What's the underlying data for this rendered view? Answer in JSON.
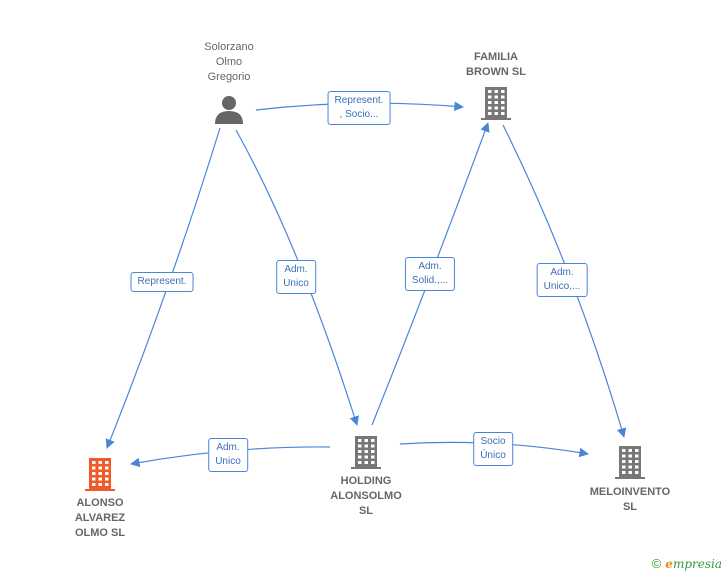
{
  "colors": {
    "edge": "#4a86d8",
    "company": "#777777",
    "highlight": "#f05a28",
    "person": "#666666"
  },
  "nodes": [
    {
      "id": "person",
      "type": "person",
      "label": "Solorzano\nOlmo\nGregorio",
      "icon": "person-icon"
    },
    {
      "id": "familia",
      "type": "company",
      "label": "FAMILIA\nBROWN  SL",
      "icon": "building-icon"
    },
    {
      "id": "holding",
      "type": "company",
      "label": "HOLDING\nALONSOLMO\nSL",
      "icon": "building-icon"
    },
    {
      "id": "alonso",
      "type": "company-highlight",
      "label": "ALONSO\nALVAREZ\nOLMO  SL",
      "icon": "building-icon"
    },
    {
      "id": "meloinvento",
      "type": "company",
      "label": "MELOINVENTO\nSL",
      "icon": "building-icon"
    }
  ],
  "edges": [
    {
      "id": "e1",
      "from": "person",
      "to": "familia",
      "label": "Represent.\n, Socio..."
    },
    {
      "id": "e2",
      "from": "person",
      "to": "alonso",
      "label": "Represent."
    },
    {
      "id": "e3",
      "from": "person",
      "to": "holding",
      "label": "Adm.\nUnico"
    },
    {
      "id": "e4",
      "from": "holding",
      "to": "familia",
      "label": "Adm.\nSolid.,..."
    },
    {
      "id": "e5",
      "from": "familia",
      "to": "meloinvento",
      "label": "Adm.\nUnico,..."
    },
    {
      "id": "e6",
      "from": "holding",
      "to": "alonso",
      "label": "Adm.\nUnico"
    },
    {
      "id": "e7",
      "from": "holding",
      "to": "meloinvento",
      "label": "Socio\nÚnico"
    }
  ],
  "brand": {
    "copyright": "©",
    "name_first": "e",
    "name_rest": "mpresia"
  }
}
